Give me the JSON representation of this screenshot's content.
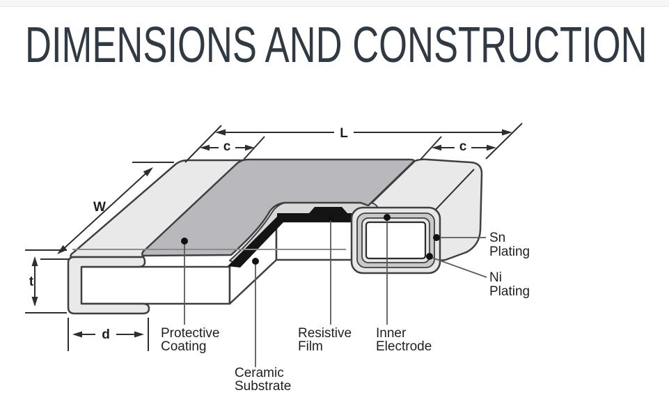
{
  "header": {
    "title": "DIMENSIONS AND CONSTRUCTION"
  },
  "diagram": {
    "dimensions": {
      "L": "L",
      "c_left": "c",
      "c_right": "c",
      "W": "W",
      "t": "t",
      "d": "d"
    },
    "labels": {
      "sn_plating": {
        "line1": "Sn",
        "line2": "Plating"
      },
      "ni_plating": {
        "line1": "Ni",
        "line2": "Plating"
      },
      "protective_coating": {
        "line1": "Protective",
        "line2": "Coating"
      },
      "resistive_film": {
        "line1": "Resistive",
        "line2": "Film"
      },
      "inner_electrode": {
        "line1": "Inner",
        "line2": "Electrode"
      },
      "ceramic_substrate": {
        "line1": "Ceramic",
        "line2": "Substrate"
      }
    },
    "colors": {
      "termination": "#e9e9e9",
      "coating": "#b9b9bd",
      "coating_cut_face": "#d9d9d9",
      "resistive_film": "#141414",
      "substrate": "#ffffff",
      "outline": "#3f3f3f",
      "title_text": "#313a43"
    }
  }
}
